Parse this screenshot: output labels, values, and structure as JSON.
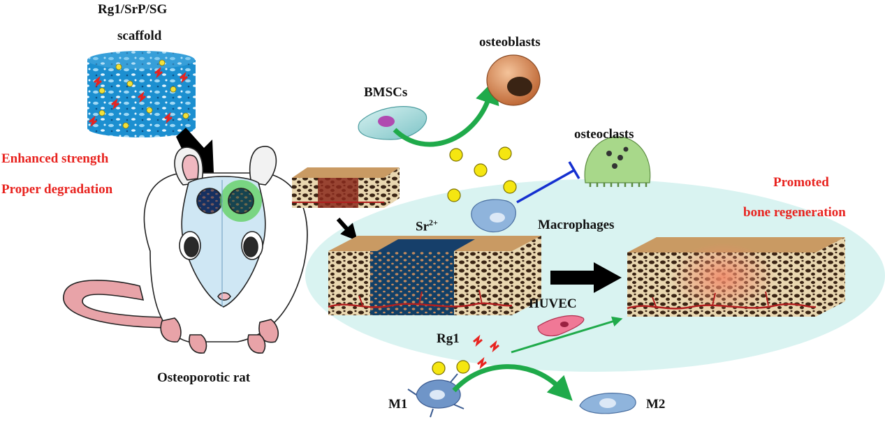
{
  "scaffold": {
    "line1": "Rg1/SrP/SG",
    "line2": "scaffold"
  },
  "properties": {
    "line1": "Enhanced strength",
    "line2": "Proper degradation"
  },
  "rat_label": "Osteoporotic rat",
  "cells": {
    "osteoblasts": "osteoblasts",
    "bmscs": "BMSCs",
    "osteoclasts": "osteoclasts",
    "macrophages": "Macrophages",
    "huvec": "HUVEC",
    "m1": "M1",
    "m2": "M2"
  },
  "ions": {
    "sr_base": "Sr",
    "sr_charge": "2+",
    "rg1": "Rg1"
  },
  "outcome": {
    "line1": "Promoted",
    "line2": "bone regeneration"
  },
  "colors": {
    "accent_red": "#e8231f",
    "green_arrow": "#1faa4a",
    "inhibit_blue": "#1530d0",
    "ellipse_fill": "#d9f3f1",
    "sr_ion": "#f5e611"
  }
}
